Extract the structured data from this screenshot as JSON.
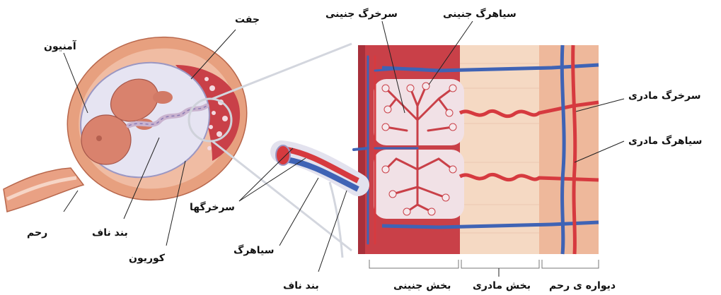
{
  "labels": {
    "placenta": "جفت",
    "amnion": "آمنیون",
    "uterus": "رحم",
    "umbilical_cord_left": "بند ناف",
    "chorion": "کوریون",
    "arteries": "سرخرگها",
    "vein": "سیاهرگ",
    "umbilical_cord_bottom": "بند ناف",
    "fetal_artery": "سرخرگ جنینی",
    "fetal_vein": "سیاهرگ جنینی",
    "maternal_artery": "سرخرگ مادری",
    "maternal_vein": "سیاهرگ مادری",
    "fetal_part": "بخش جنینی",
    "maternal_part": "بخش مادری",
    "uterine_wall": "دیواره ی رحم"
  },
  "colors": {
    "artery": "#d63a3f",
    "vein": "#3f63b5",
    "uterine_tissue": "#e8a98c",
    "placental_tissue": "#c94048",
    "amniotic_fluid": "#e6e4f2"
  }
}
